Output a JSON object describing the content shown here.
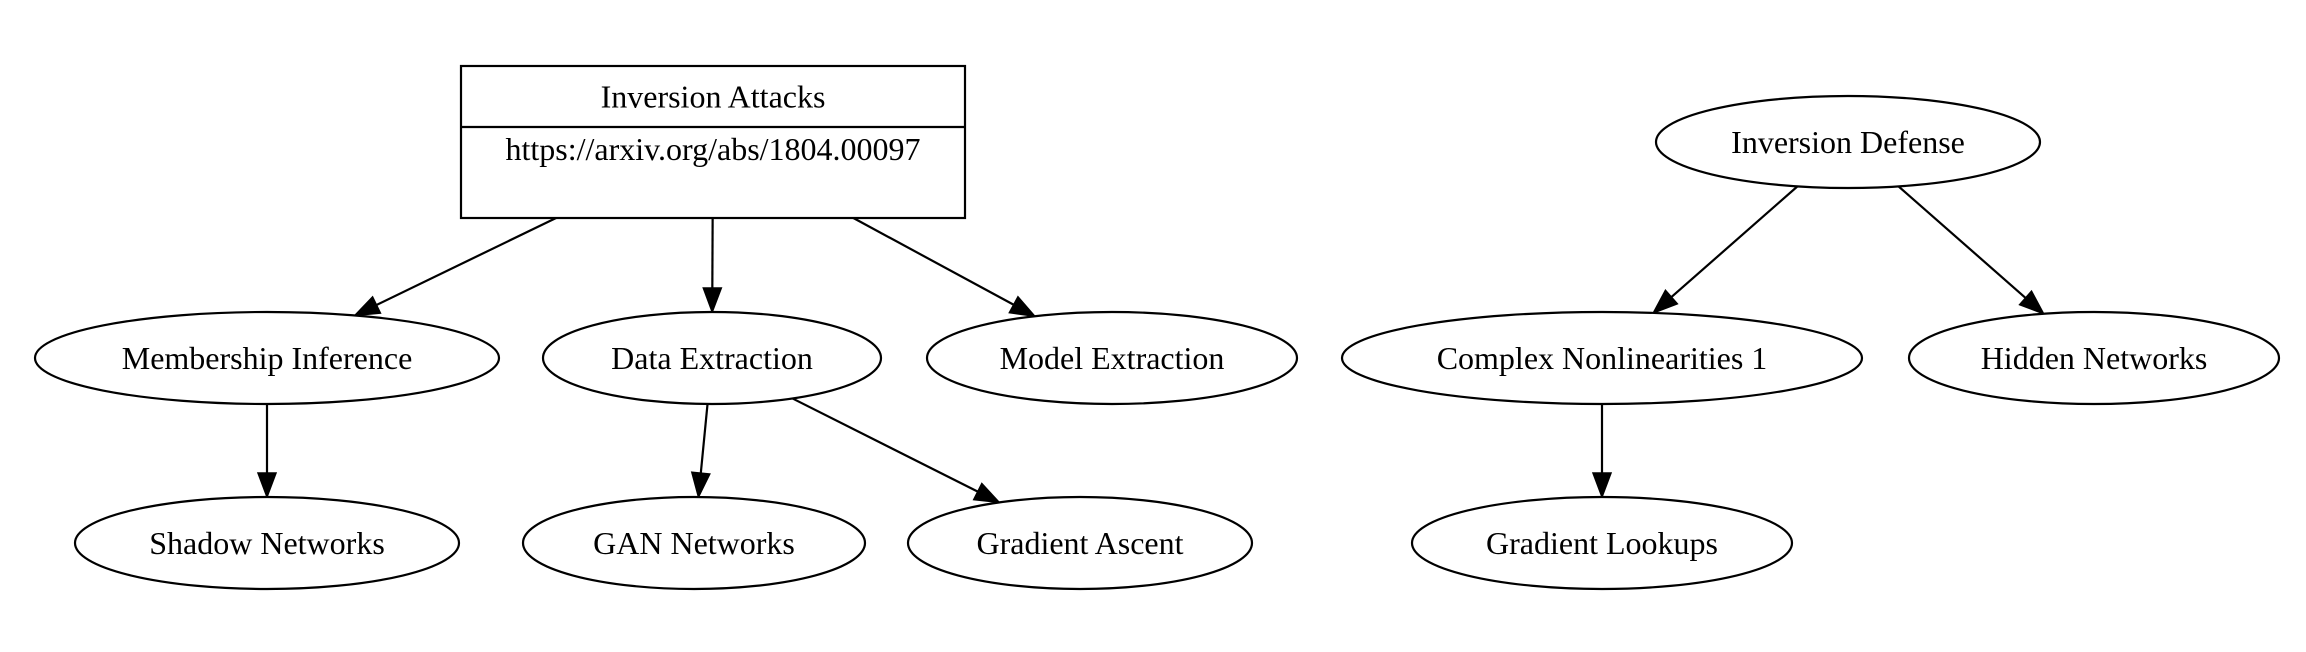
{
  "nodes": [
    {
      "id": "inversion_attacks",
      "shape": "record",
      "label": "Inversion Attacks",
      "sublabel": "https://arxiv.org/abs/1804.00097"
    },
    {
      "id": "membership_inference",
      "shape": "ellipse",
      "label": "Membership Inference"
    },
    {
      "id": "data_extraction",
      "shape": "ellipse",
      "label": "Data Extraction"
    },
    {
      "id": "model_extraction",
      "shape": "ellipse",
      "label": "Model Extraction"
    },
    {
      "id": "shadow_networks",
      "shape": "ellipse",
      "label": "Shadow Networks"
    },
    {
      "id": "gan_networks",
      "shape": "ellipse",
      "label": "GAN Networks"
    },
    {
      "id": "gradient_ascent",
      "shape": "ellipse",
      "label": "Gradient Ascent"
    },
    {
      "id": "inversion_defense",
      "shape": "ellipse",
      "label": "Inversion Defense"
    },
    {
      "id": "complex_nonlinearities",
      "shape": "ellipse",
      "label": "Complex Nonlinearities 1"
    },
    {
      "id": "hidden_networks",
      "shape": "ellipse",
      "label": "Hidden Networks"
    },
    {
      "id": "gradient_lookups",
      "shape": "ellipse",
      "label": "Gradient Lookups"
    }
  ],
  "edges": [
    {
      "from": "inversion_attacks",
      "to": "membership_inference"
    },
    {
      "from": "inversion_attacks",
      "to": "data_extraction"
    },
    {
      "from": "inversion_attacks",
      "to": "model_extraction"
    },
    {
      "from": "membership_inference",
      "to": "shadow_networks"
    },
    {
      "from": "data_extraction",
      "to": "gan_networks"
    },
    {
      "from": "data_extraction",
      "to": "gradient_ascent"
    },
    {
      "from": "inversion_defense",
      "to": "complex_nonlinearities"
    },
    {
      "from": "inversion_defense",
      "to": "hidden_networks"
    },
    {
      "from": "complex_nonlinearities",
      "to": "gradient_lookups"
    }
  ]
}
